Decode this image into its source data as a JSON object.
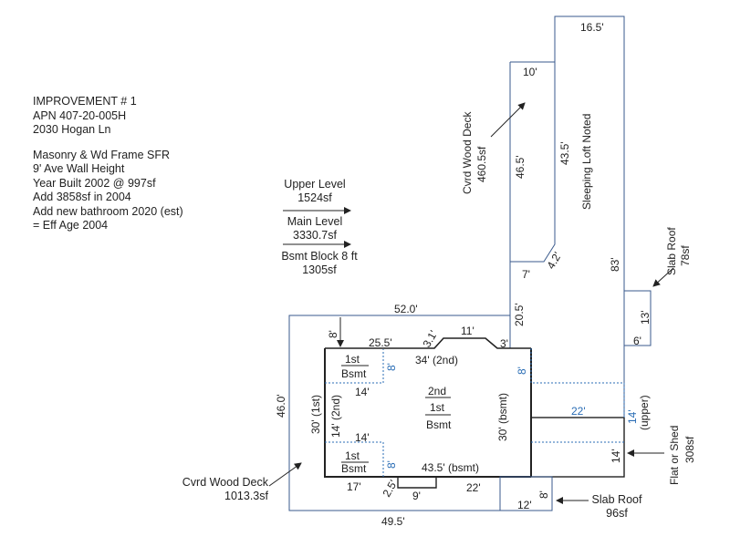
{
  "info": {
    "improvement": "IMPROVEMENT # 1",
    "apn": "APN 407-20-005H",
    "address": "2030 Hogan Ln",
    "construction": "Masonry & Wd Frame SFR",
    "wall_height": "9' Ave Wall Height",
    "year_built": "Year Built 2002 @ 997sf",
    "addition": "Add 3858sf in 2004",
    "bathroom": "Add new bathroom 2020 (est)",
    "eff_age": "= Eff Age 2004"
  },
  "levels": {
    "upper_name": "Upper Level",
    "upper_sf": "1524sf",
    "main_name": "Main Level",
    "main_sf": "3330.7sf",
    "bsmt_name": "Bsmt Block 8 ft",
    "bsmt_sf": "1305sf"
  },
  "callouts": {
    "cvrd_deck_upper_name": "Cvrd Wood Deck",
    "cvrd_deck_upper_sf": "460.5sf",
    "sleeping_loft": "Sleeping Loft Noted",
    "slab_roof_right_name": "Slab Roof",
    "slab_roof_right_sf": "78sf",
    "flat_shed_name": "Flat or Shed",
    "flat_shed_sf": "308sf",
    "slab_roof_bottom_name": "Slab Roof",
    "slab_roof_bottom_sf": "96sf",
    "cvrd_deck_lower_name": "Cvrd Wood Deck",
    "cvrd_deck_lower_sf": "1013.3sf"
  },
  "dimensions": {
    "d16_5": "16.5'",
    "d10": "10'",
    "d46_5": "46.5'",
    "d43_5": "43.5'",
    "d4_2": "4.2'",
    "d7": "7'",
    "d83": "83'",
    "d20_5": "20.5'",
    "d13": "13'",
    "d6": "6'",
    "d52": "52.0'",
    "d8_left": "8'",
    "d25_5": "25.5'",
    "d3_1": "3.1'",
    "d11": "11'",
    "d3": "3'",
    "d34_2nd": "34' (2nd)",
    "d8_blue_top": "8'",
    "d8_blue_right": "8'",
    "d14_top": "14'",
    "d14_2nd": "14' (2nd)",
    "d30_1st": "30' (1st)",
    "d14_mid": "14'",
    "d8_blue_bottom": "8'",
    "d30_bsmt": "30' (bsmt)",
    "d22_upper": "22'",
    "d14_upper": "14'",
    "upper_tag": "(upper)",
    "d14_right": "14'",
    "d46": "46.0'",
    "d43_5_bsmt": "43.5' (bsmt)",
    "d17": "17'",
    "d2_5": "2.5'",
    "d9": "9'",
    "d22_bottom": "22'",
    "d12": "12'",
    "d8_bottom": "8'",
    "d49_5": "49.5'"
  },
  "rooms": {
    "l1_top": "1st",
    "l1_bottom": "Bsmt",
    "center_2nd": "2nd",
    "center_1st": "1st",
    "center_bsmt": "Bsmt",
    "l3_top": "1st",
    "l3_bottom": "Bsmt"
  },
  "colors": {
    "line": "#3a5a8c",
    "dark": "#222222",
    "dotted": "#2a6db5"
  }
}
